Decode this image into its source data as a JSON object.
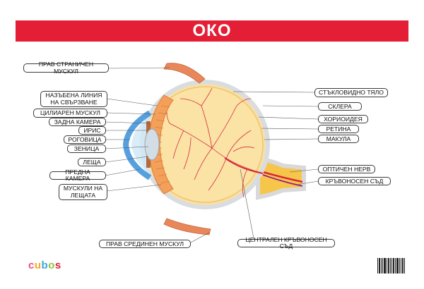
{
  "title": "ОКО",
  "labels_left": [
    {
      "text": "ПРАВ СТРАНИЧЕН МУСКУЛ"
    },
    {
      "text": "НАЗЪБЕНА ЛИНИЯ\nНА СВЪРЗВАНЕ"
    },
    {
      "text": "ЦИЛИАРЕН МУСКУЛ"
    },
    {
      "text": "ЗАДНА КАМЕРА"
    },
    {
      "text": "ИРИС"
    },
    {
      "text": "РОГОВИЦА"
    },
    {
      "text": "ЗЕНИЦА"
    },
    {
      "text": "ЛЕЩА"
    },
    {
      "text": "ПРЕДНА КАМЕРА"
    },
    {
      "text": "МУСКУЛИ НА\nЛЕЩАТА"
    }
  ],
  "labels_right": [
    {
      "text": "СТЪКЛОВИДНО ТЯЛО"
    },
    {
      "text": "СКЛЕРА"
    },
    {
      "text": "ХОРИОИДЕЯ"
    },
    {
      "text": "РЕТИНА"
    },
    {
      "text": "МАКУЛА"
    },
    {
      "text": "ОПТИЧЕН НЕРВ"
    },
    {
      "text": "КРЪВОНОСЕН СЪД"
    }
  ],
  "labels_bottom": [
    {
      "text": "ПРАВ СРЕДИНЕН МУСКУЛ"
    },
    {
      "text": "ЦЕНТРАЛЕН КРЪВОНОСЕН СЪД"
    }
  ],
  "brand": {
    "letters": [
      "c",
      "u",
      "b",
      "o",
      "s"
    ],
    "colors": [
      "#e94e77",
      "#f7a823",
      "#3aa6dd",
      "#8cc63f",
      "#e31e35"
    ]
  },
  "footer_text": "",
  "barcode_number": "",
  "colors": {
    "title_bar": "#e31e35",
    "sclera": "#f2e0b8",
    "vitreous": "#fbe2a0",
    "muscle": "#e8875a",
    "cornea": "#3a8fd9",
    "vessel": "#d6283a"
  }
}
